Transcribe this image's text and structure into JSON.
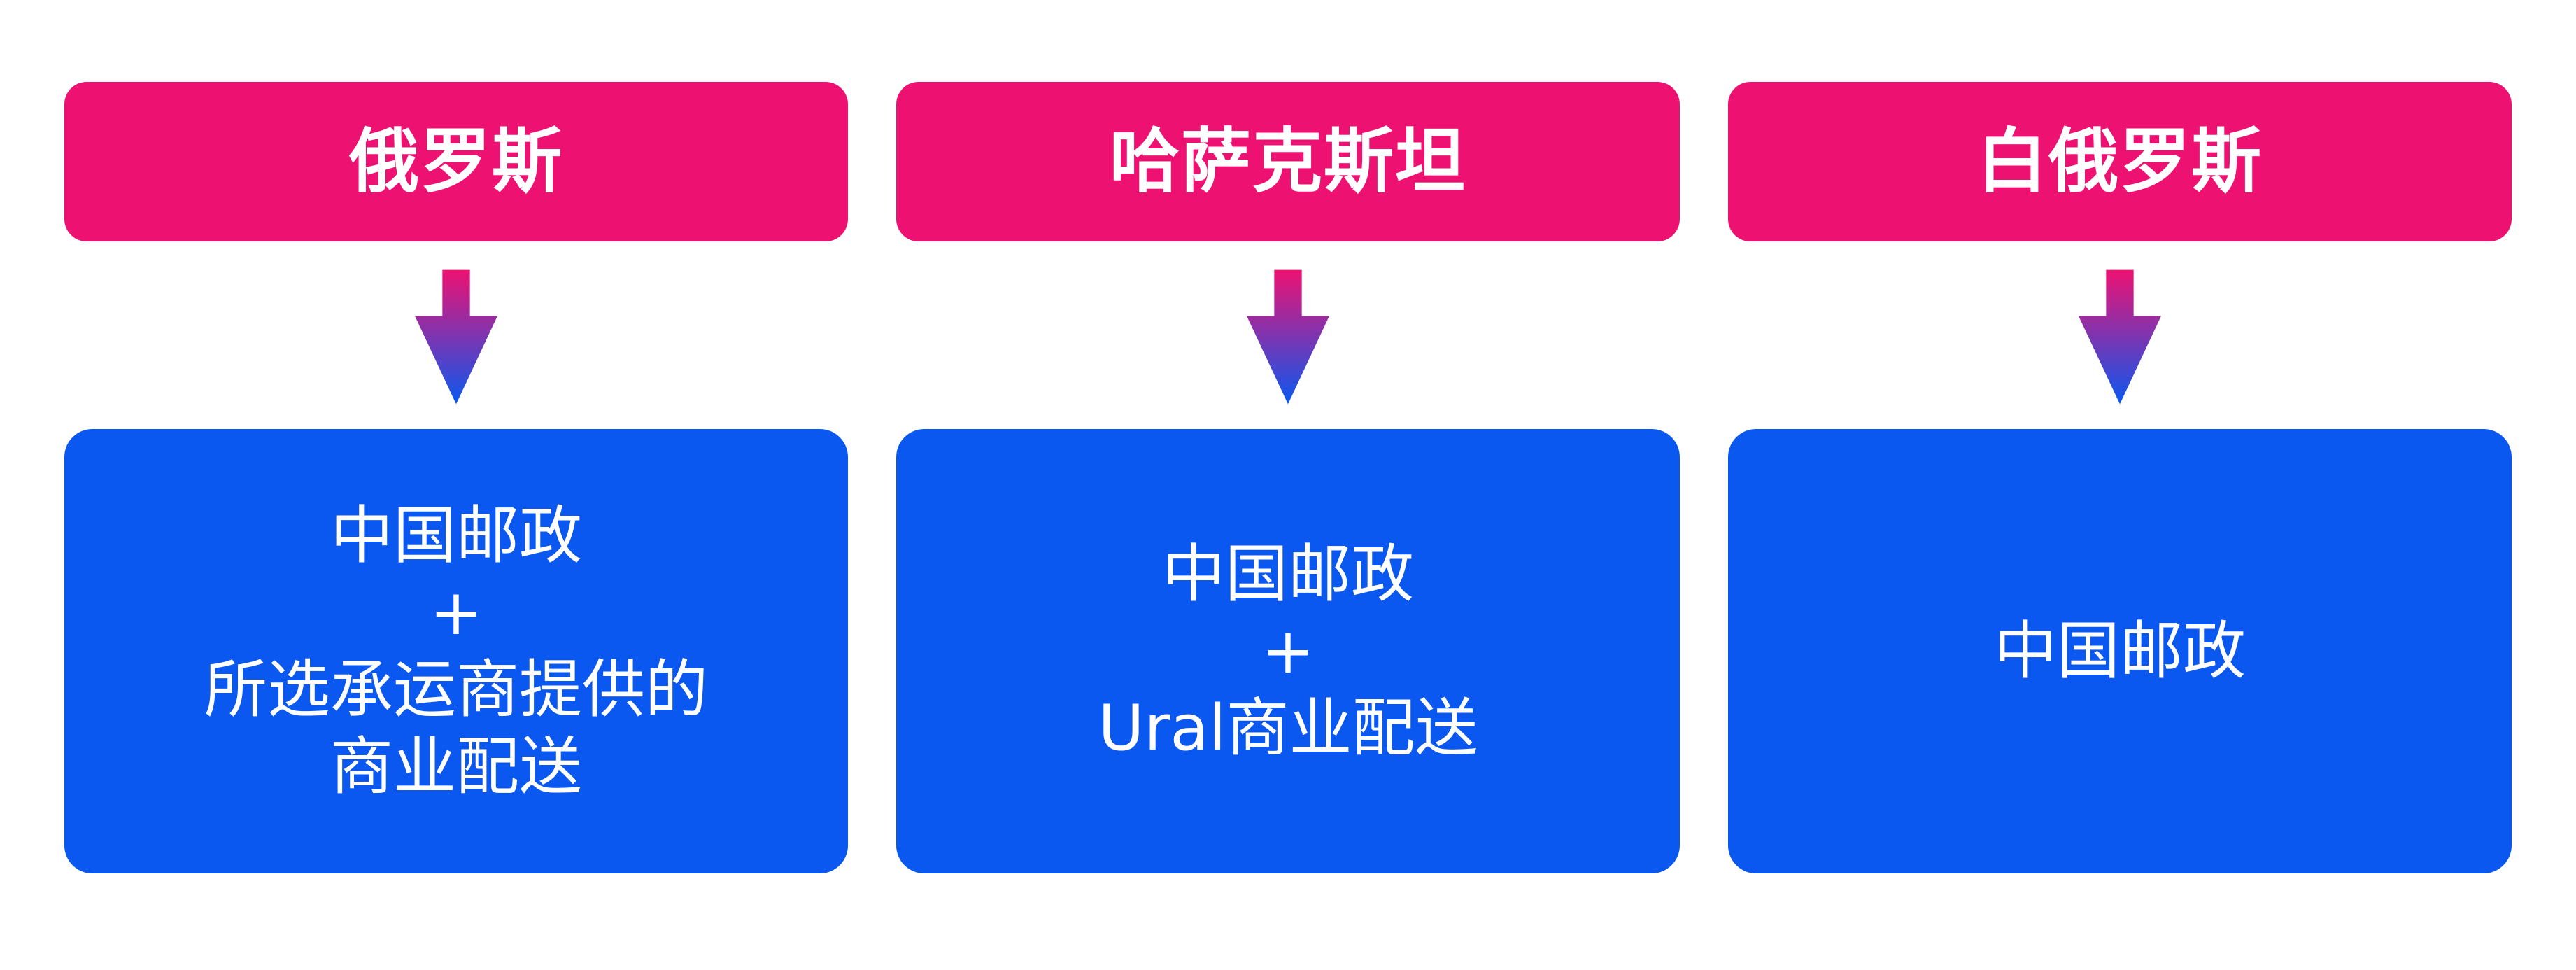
{
  "page": {
    "background": "#FFFFFF",
    "type": "three-column flow diagram: destination country to available delivery services"
  },
  "colors": {
    "header_bg": "#ED1272",
    "box_bg": "#0A58F0",
    "text": "#FFFFFF",
    "arrow_top": "#ED1272",
    "arrow_bottom": "#0A58F0"
  },
  "columns": [
    {
      "header": "俄罗斯",
      "arrow_icon": "down-arrow",
      "box_lines": [
        "中国邮政",
        "+",
        "所选承运商提供的",
        "商业配送"
      ]
    },
    {
      "header": "哈萨克斯坦",
      "arrow_icon": "down-arrow",
      "box_lines": [
        "中国邮政",
        "+",
        "Ural商业配送"
      ]
    },
    {
      "header": "白俄罗斯",
      "arrow_icon": "down-arrow",
      "box_lines": [
        "中国邮政"
      ]
    }
  ]
}
